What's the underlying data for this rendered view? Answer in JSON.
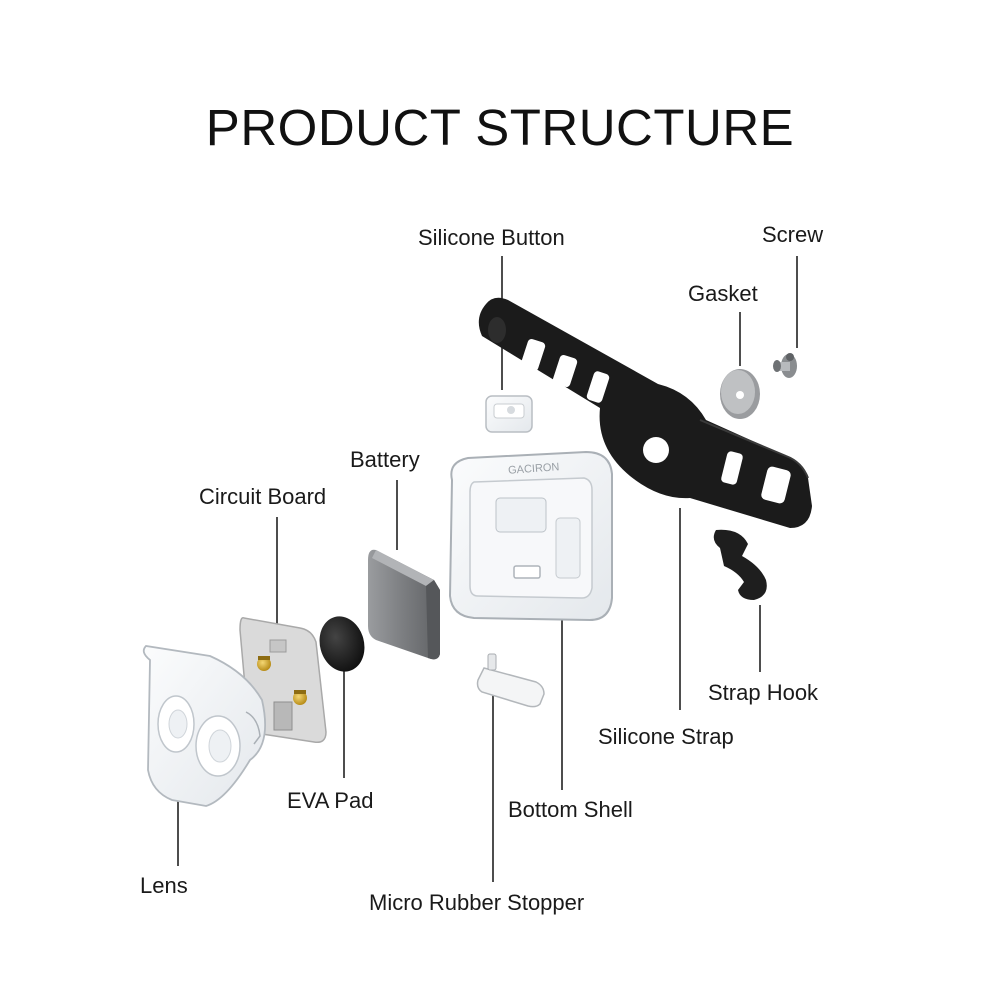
{
  "title": "PRODUCT STRUCTURE",
  "parts": {
    "silicone_button": "Silicone Button",
    "screw": "Screw",
    "gasket": "Gasket",
    "battery": "Battery",
    "circuit_board": "Circuit Board",
    "strap_hook": "Strap Hook",
    "silicone_strap": "Silicone Strap",
    "eva_pad": "EVA Pad",
    "bottom_shell": "Bottom Shell",
    "lens": "Lens",
    "micro_rubber_stopper": "Micro Rubber Stopper"
  },
  "shell_brand_text": "GACIRON",
  "colors": {
    "text": "#1a1a1a",
    "strap": "#1b1b1b",
    "battery": "#7d7f82",
    "board": "#d9d9d9",
    "gold": "#c9a227",
    "clear": "#f2f4f6"
  }
}
